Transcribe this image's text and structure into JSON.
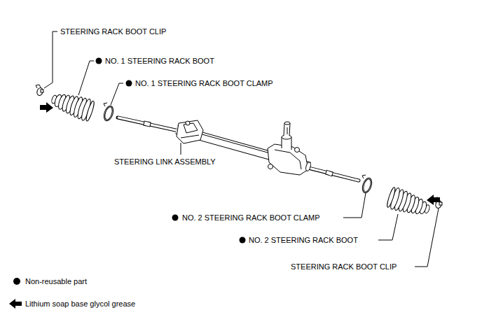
{
  "diagram": {
    "labels": [
      "STEERING RACK BOOT CLIP",
      "NO. 1 STEERING RACK BOOT",
      "NO. 1 STEERING RACK BOOT CLAMP",
      "STEERING LINK ASSEMBLY",
      "NO. 2 STEERING RACK BOOT CLAMP",
      "NO. 2 STEERING RACK BOOT",
      "STEERING RACK BOOT CLIP"
    ],
    "legend": [
      {
        "text": "Non-reusable part"
      },
      {
        "text": "Lithium soap base glycol grease"
      }
    ]
  }
}
